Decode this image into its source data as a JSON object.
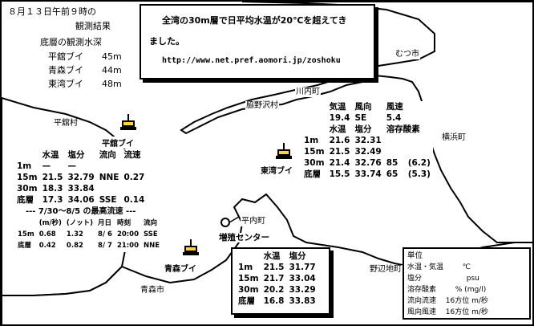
{
  "header": {
    "date_line": "８月１３日午前９時の",
    "result_line": "観測結果",
    "depth_title": "底層の観測水深",
    "depths": [
      {
        "name": "平舘ブイ",
        "value": "45m"
      },
      {
        "name": "青森ブイ",
        "value": "44m"
      },
      {
        "name": "東湾ブイ",
        "value": "48m"
      }
    ]
  },
  "notice": {
    "line1": "全湾の30m層で日平均水温が20℃を超えてき",
    "line2": "ました。",
    "url": "http://www.net.pref.aomori.jp/zoshoku"
  },
  "places": {
    "mutsu": "むつ市",
    "kawauchi": "川内町",
    "wakinosawa": "脇野沢村",
    "hiranai_town": "平内町",
    "yokohama": "横浜町",
    "tairadate_village": "平舘村",
    "aomori": "青森市",
    "nohechi": "野辺地町",
    "center": "増殖センター"
  },
  "buoys": {
    "tairadate": "平舘ブイ",
    "higashiwan": "東湾ブイ",
    "aomori": "青森ブイ"
  },
  "higashiwan_panel": {
    "header1": [
      "気温",
      "風向",
      "風速"
    ],
    "values1": [
      "19.4",
      "SE",
      "5.4"
    ],
    "header2": [
      "水温",
      "塩分",
      "溶存酸素"
    ],
    "rows": [
      [
        "1m",
        "21.6",
        "32.31",
        "",
        ""
      ],
      [
        "15m",
        "21.5",
        "32.49",
        "",
        ""
      ],
      [
        "30m",
        "21.4",
        "32.76",
        "85",
        "(6.2)"
      ],
      [
        "底層",
        "15.5",
        "33.74",
        "65",
        "(5.3)"
      ]
    ]
  },
  "tairadate_panel": {
    "header": [
      "水温",
      "塩分",
      "流向",
      "流速"
    ],
    "rows": [
      [
        "1m",
        "—",
        "—",
        "",
        ""
      ],
      [
        "15m",
        "21.5",
        "32.79",
        "NNE",
        "0.27"
      ],
      [
        "30m",
        "18.3",
        "33.84",
        "",
        ""
      ],
      [
        "底層",
        "17.3",
        "34.06",
        "SSE",
        "0.14"
      ]
    ],
    "max_title": "--- 7/30～8/5 の最高流速 ---",
    "max_header": [
      "(m/秒)",
      "(ノット)",
      "月日",
      "時刻",
      "流向"
    ],
    "max_rows": [
      [
        "15m",
        "0.68",
        "1.32",
        "8/ 6",
        "20:00",
        "SSE"
      ],
      [
        "底層",
        "0.42",
        "0.82",
        "8/ 7",
        "21:00",
        "NNE"
      ]
    ]
  },
  "aomori_panel": {
    "header": [
      "水温",
      "塩分"
    ],
    "rows": [
      [
        "1m",
        "21.5",
        "31.77"
      ],
      [
        "15m",
        "21.7",
        "33.04"
      ],
      [
        "30m",
        "20.2",
        "33.29"
      ],
      [
        "底層",
        "16.8",
        "33.83"
      ]
    ]
  },
  "legend": {
    "title": "単位",
    "rows": [
      {
        "label": "水温・気温",
        "unit": "℃"
      },
      {
        "label": "塩分",
        "unit": "psu"
      },
      {
        "label": "溶存酸素",
        "unit": "%  (mg/l)"
      },
      {
        "label": "流向流速",
        "unit": "16方位 m/秒"
      },
      {
        "label": "風向風速",
        "unit": "16方位 m/秒"
      }
    ]
  }
}
